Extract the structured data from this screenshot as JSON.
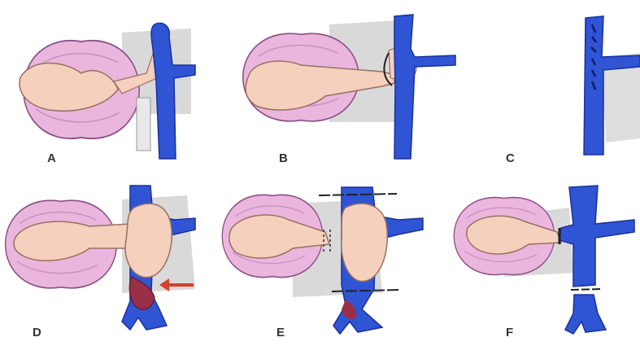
{
  "panels": [
    {
      "label": "A"
    },
    {
      "label": "B"
    },
    {
      "label": "C"
    },
    {
      "label": "D"
    },
    {
      "label": "E"
    },
    {
      "label": "F"
    }
  ],
  "colors": {
    "kidney_outer": "#eab6dd",
    "kidney_outline": "#8a4f86",
    "pelvis": "#f4d0bd",
    "pelvis_outline": "#9a7060",
    "vein": "#2f55d4",
    "vein_dark": "#1b2f9e",
    "shadow": "#cfcfcf",
    "thrombus": "#9a2f48",
    "arrow": "#d6402d",
    "label": "#333333"
  },
  "icons": {
    "pointer": "red-arrow-icon"
  }
}
